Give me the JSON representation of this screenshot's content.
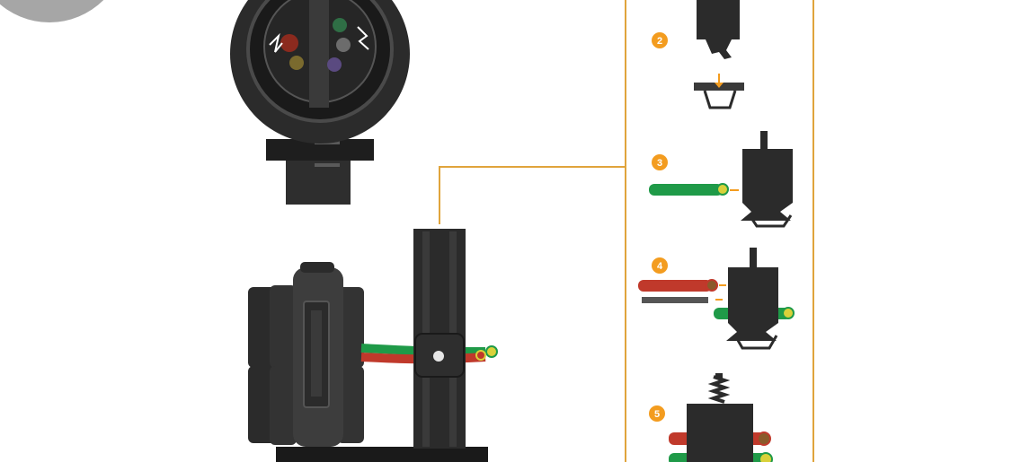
{
  "colors": {
    "background": "#ffffff",
    "callout_line": "#e0a43c",
    "badge": "#f39c1f",
    "connector_dark": "#2b2b2b",
    "connector_mid": "#3d3d3d",
    "wire_green": "#1f9a48",
    "wire_red": "#c0392b",
    "wire_tip": "#d9d13a",
    "corner_circle": "#a6a6a6"
  },
  "steps": [
    {
      "number": "2",
      "icon": "terminal-insert-icon"
    },
    {
      "number": "3",
      "icon": "green-wire-insert-icon"
    },
    {
      "number": "4",
      "icon": "red-wire-insert-icon"
    },
    {
      "number": "5",
      "icon": "compress-spring-icon"
    }
  ]
}
